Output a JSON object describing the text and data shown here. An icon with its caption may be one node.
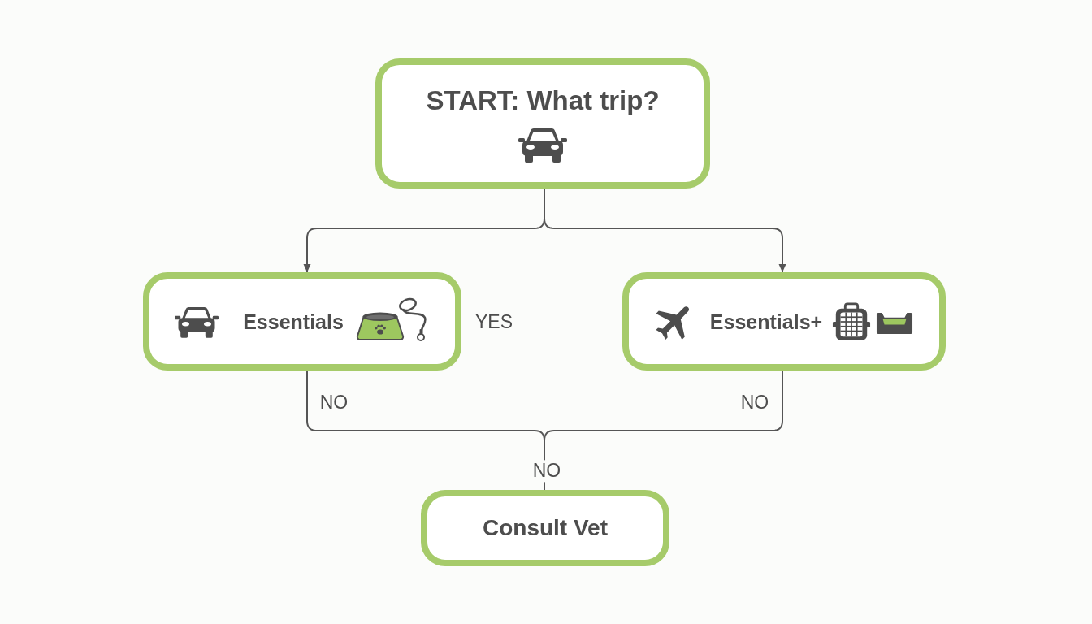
{
  "diagram": {
    "nodes": [
      {
        "text": [
          "START: What trip?"
        ]
      },
      {
        "text": [
          "Essentials"
        ]
      },
      {
        "text": [
          "Essentials+"
        ]
      },
      {
        "text": [
          "Consult Vet"
        ]
      }
    ],
    "edges": [
      {
        "from": 0,
        "to": 1,
        "arrow": "to"
      },
      {
        "from": 0,
        "to": 2,
        "arrow": "to"
      },
      {
        "from": 1,
        "to": 3,
        "arrow": "none",
        "label": "NO"
      },
      {
        "from": 2,
        "to": 3,
        "arrow": "none",
        "label": "NO"
      }
    ],
    "labels": [
      "YES",
      "NO"
    ]
  }
}
